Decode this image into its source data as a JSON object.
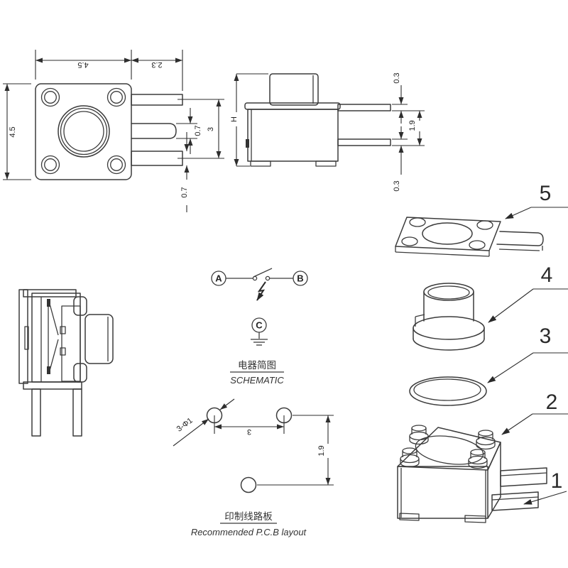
{
  "drawing": {
    "colors": {
      "line": "#3b3b3b",
      "background": "#ffffff",
      "text": "#222222"
    },
    "front_view": {
      "dim_width": "4.5",
      "dim_pin_length": "2.3",
      "dim_height": "4.5",
      "dim_stub_width": "0.7",
      "dim_pin_spacing": "3",
      "dim_pin_width": "0.7"
    },
    "side_view": {
      "dim_total_height": "H",
      "dim_pin_top": "0.3",
      "dim_pin_gap": "1.9",
      "dim_pin_bottom": "0.3"
    },
    "schematic": {
      "terminal_a": "A",
      "terminal_b": "B",
      "terminal_c": "C",
      "caption_zh": "电器简图",
      "caption_en": "SCHEMATIC"
    },
    "pcb": {
      "dim_holes": "3-Φ1",
      "dim_spacing_x": "3",
      "dim_spacing_y": "1.9",
      "caption_zh": "印制线路板",
      "caption_en": "Recommended P.C.B layout"
    },
    "parts": [
      {
        "num": "1"
      },
      {
        "num": "2"
      },
      {
        "num": "3"
      },
      {
        "num": "4"
      },
      {
        "num": "5"
      }
    ]
  }
}
